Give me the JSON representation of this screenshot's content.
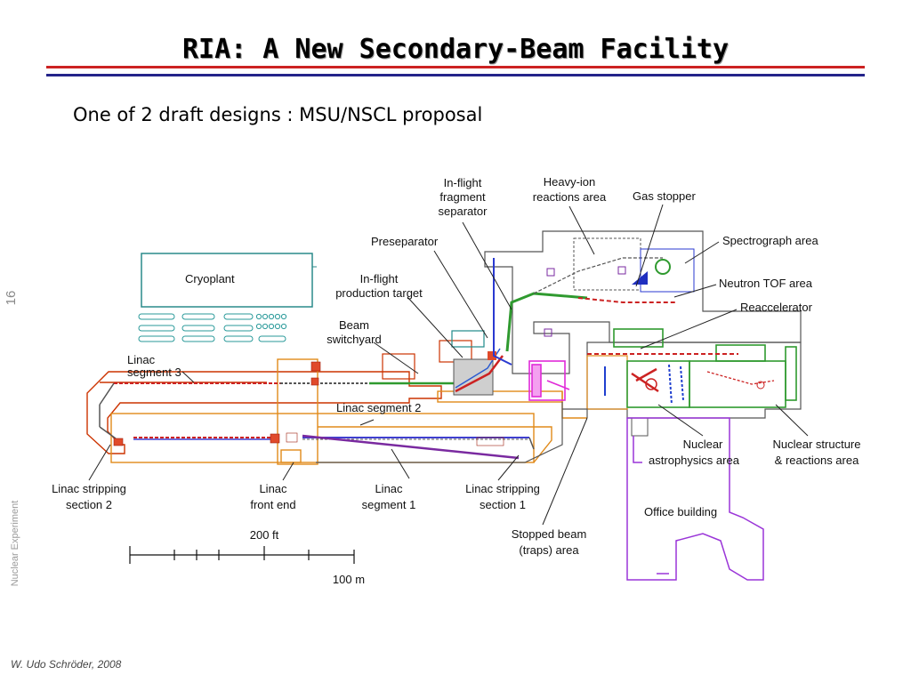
{
  "slide": {
    "title": "RIA: A New Secondary-Beam Facility",
    "subtitle": "One of 2 draft designs : MSU/NSCL proposal",
    "slide_number": "16",
    "side_label": "Nuclear Experiment",
    "author": "W. Udo Schröder, 2008"
  },
  "diagram": {
    "labels": {
      "cryoplant": "Cryoplant",
      "linac_segment_3_line1": "Linac",
      "linac_segment_3_line2": "segment 3",
      "in_flight_fragment_line1": "In-flight",
      "in_flight_fragment_line2": "fragment",
      "in_flight_fragment_line3": "separator",
      "heavy_ion_line1": "Heavy-ion",
      "heavy_ion_line2": "reactions area",
      "gas_stopper": "Gas stopper",
      "preseparator": "Preseparator",
      "spectrograph": "Spectrograph area",
      "production_target_line1": "In-flight",
      "production_target_line2": "production target",
      "neutron_tof": "Neutron TOF area",
      "reaccelerator": "Reaccelerator",
      "beam_switchyard_line1": "Beam",
      "beam_switchyard_line2": "switchyard",
      "linac_segment_2": "Linac segment 2",
      "linac_stripping_2_line1": "Linac stripping",
      "linac_stripping_2_line2": "section 2",
      "linac_front_end_line1": "Linac",
      "linac_front_end_line2": "front end",
      "linac_segment_1_line1": "Linac",
      "linac_segment_1_line2": "segment 1",
      "linac_stripping_1_line1": "Linac stripping",
      "linac_stripping_1_line2": "section 1",
      "nuclear_astro_line1": "Nuclear",
      "nuclear_astro_line2": "astrophysics area",
      "nuclear_structure_line1": "Nuclear structure",
      "nuclear_structure_line2": "& reactions area",
      "office_building": "Office building",
      "stopped_beam_line1": "Stopped beam",
      "stopped_beam_line2": "(traps) area"
    },
    "scale": {
      "feet_label": "200 ft",
      "meters_label": "100 m"
    },
    "colors": {
      "title_rule_red": "#cc2222",
      "title_rule_blue": "#24248a",
      "linac_outline": "#cc3300",
      "building_orange": "#e08a1a",
      "cryoplant_teal": "#2a8a8a",
      "experimental_green": "#1f8a1f",
      "beamline_blue": "#1f3fcf",
      "office_purple": "#9a35d8",
      "magenta_area": "#e02ad8"
    }
  }
}
